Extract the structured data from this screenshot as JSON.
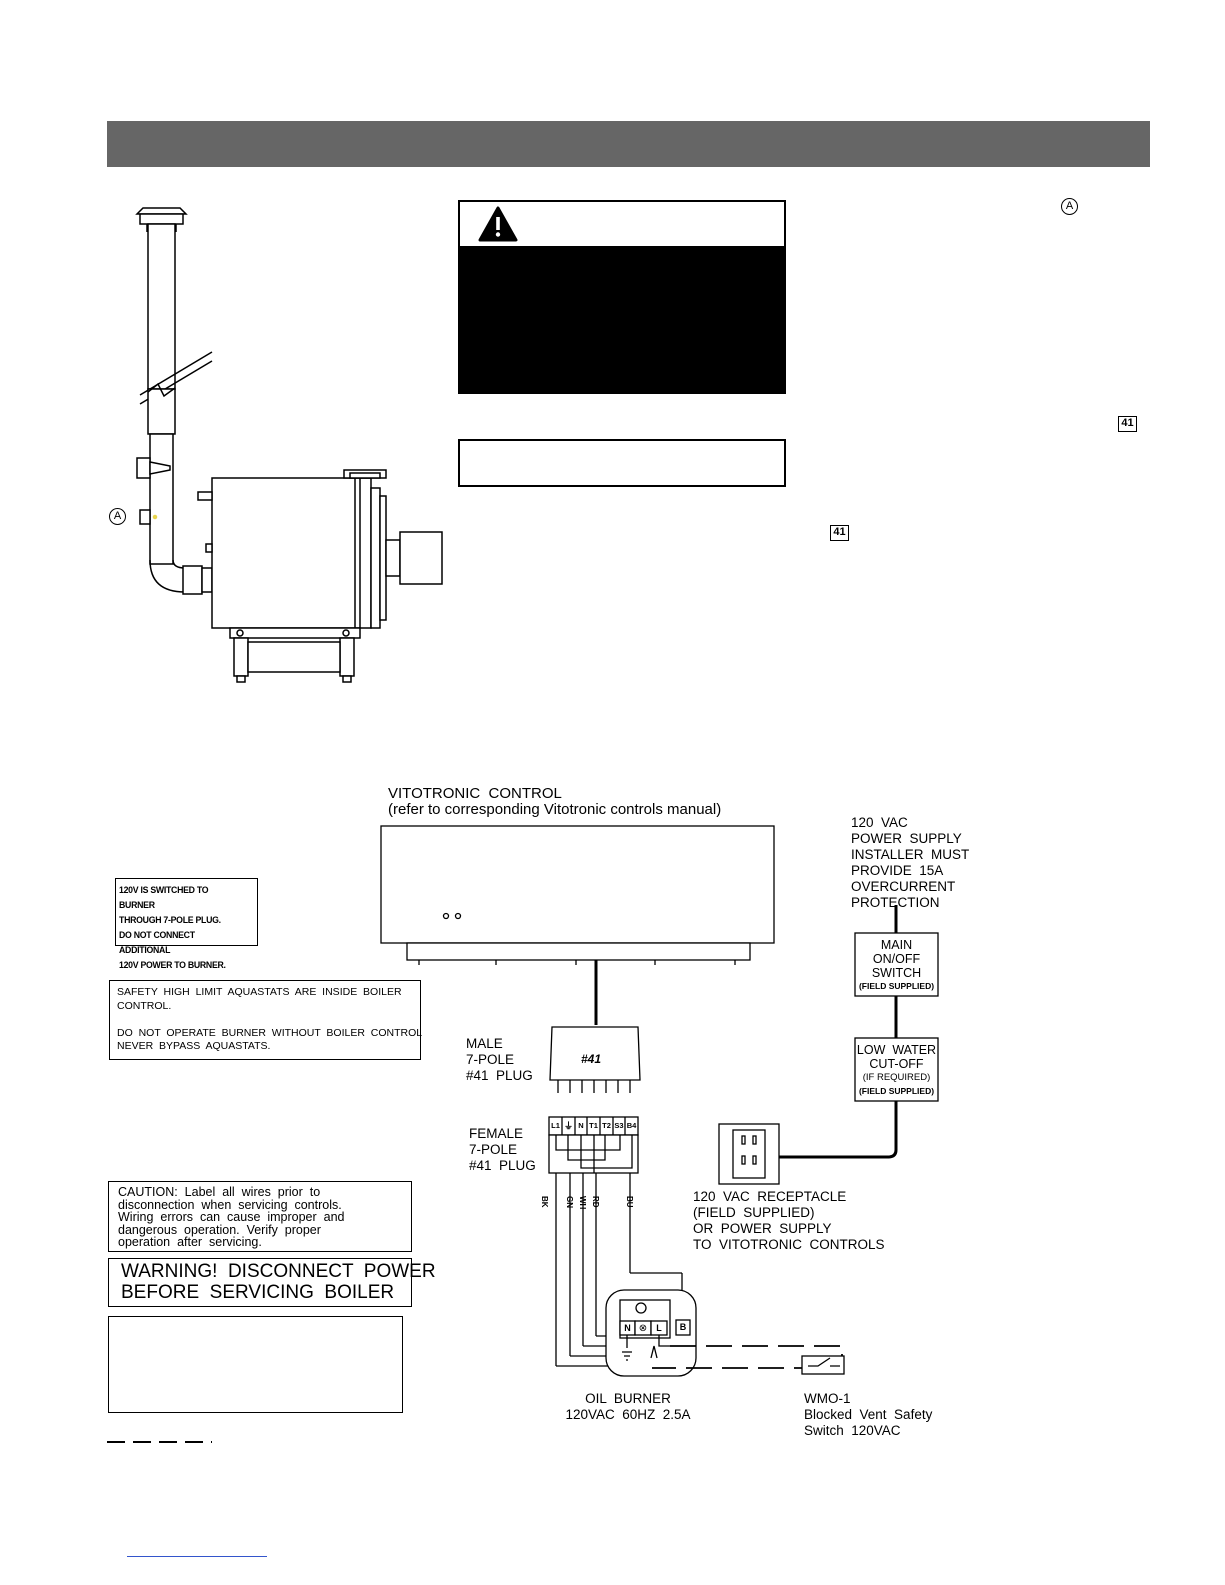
{
  "callouts": {
    "a_label": "A",
    "plug_ref": "41"
  },
  "diagram": {
    "control_title": "VITOTRONIC  CONTROL",
    "control_subtitle": "(refer to corresponding Vitotronic controls manual)",
    "power_supply": [
      "120  VAC",
      "POWER  SUPPLY",
      "INSTALLER  MUST",
      "PROVIDE  15A",
      "OVERCURRENT",
      "PROTECTION"
    ],
    "main_switch": [
      "MAIN",
      "ON/OFF",
      "SWITCH",
      "(FIELD SUPPLIED)"
    ],
    "low_water": [
      "LOW  WATER",
      "CUT-OFF",
      "(IF REQUIRED)",
      "(FIELD SUPPLIED)"
    ],
    "male_plug": [
      "MALE",
      "7-POLE",
      "#41  PLUG"
    ],
    "male_plug_mark": "#41",
    "female_plug": [
      "FEMALE",
      "7-POLE",
      "#41  PLUG"
    ],
    "terminals": [
      "L1",
      "⏚",
      "N",
      "T1",
      "T2",
      "S3",
      "B4"
    ],
    "wires": [
      "BK",
      "GN",
      "WH",
      "RD",
      "BU"
    ],
    "receptacle": [
      "120  VAC  RECEPTACLE",
      "(FIELD  SUPPLIED)",
      "OR  POWER  SUPPLY",
      "TO  VITOTRONIC  CONTROLS"
    ],
    "oil_burner": [
      "OIL  BURNER",
      "120VAC  60HZ  2.5A"
    ],
    "burner_terms": [
      "N",
      "⊗",
      "L"
    ],
    "burner_b_term": "B",
    "wmo": [
      "WMO-1",
      "Blocked  Vent  Safety",
      "Switch  120VAC"
    ]
  },
  "notes": {
    "switched": [
      "120V IS SWITCHED TO BURNER",
      "THROUGH 7-POLE PLUG.",
      "DO NOT CONNECT ADDITIONAL",
      "120V POWER TO BURNER."
    ],
    "safety": [
      "SAFETY  HIGH  LIMIT  AQUASTATS  ARE  INSIDE  BOILER",
      "CONTROL.",
      "",
      "DO  NOT  OPERATE  BURNER  WITHOUT  BOILER  CONTROL",
      "NEVER  BYPASS  AQUASTATS."
    ],
    "caution": [
      "CAUTION:  Label  all  wires  prior  to",
      "disconnection  when  servicing  controls.",
      "Wiring  errors  can  cause  improper  and",
      "dangerous  operation.  Verify  proper",
      "operation  after  servicing."
    ],
    "warning": [
      "WARNING!  DISCONNECT  POWER",
      "BEFORE  SERVICING  BOILER"
    ]
  }
}
